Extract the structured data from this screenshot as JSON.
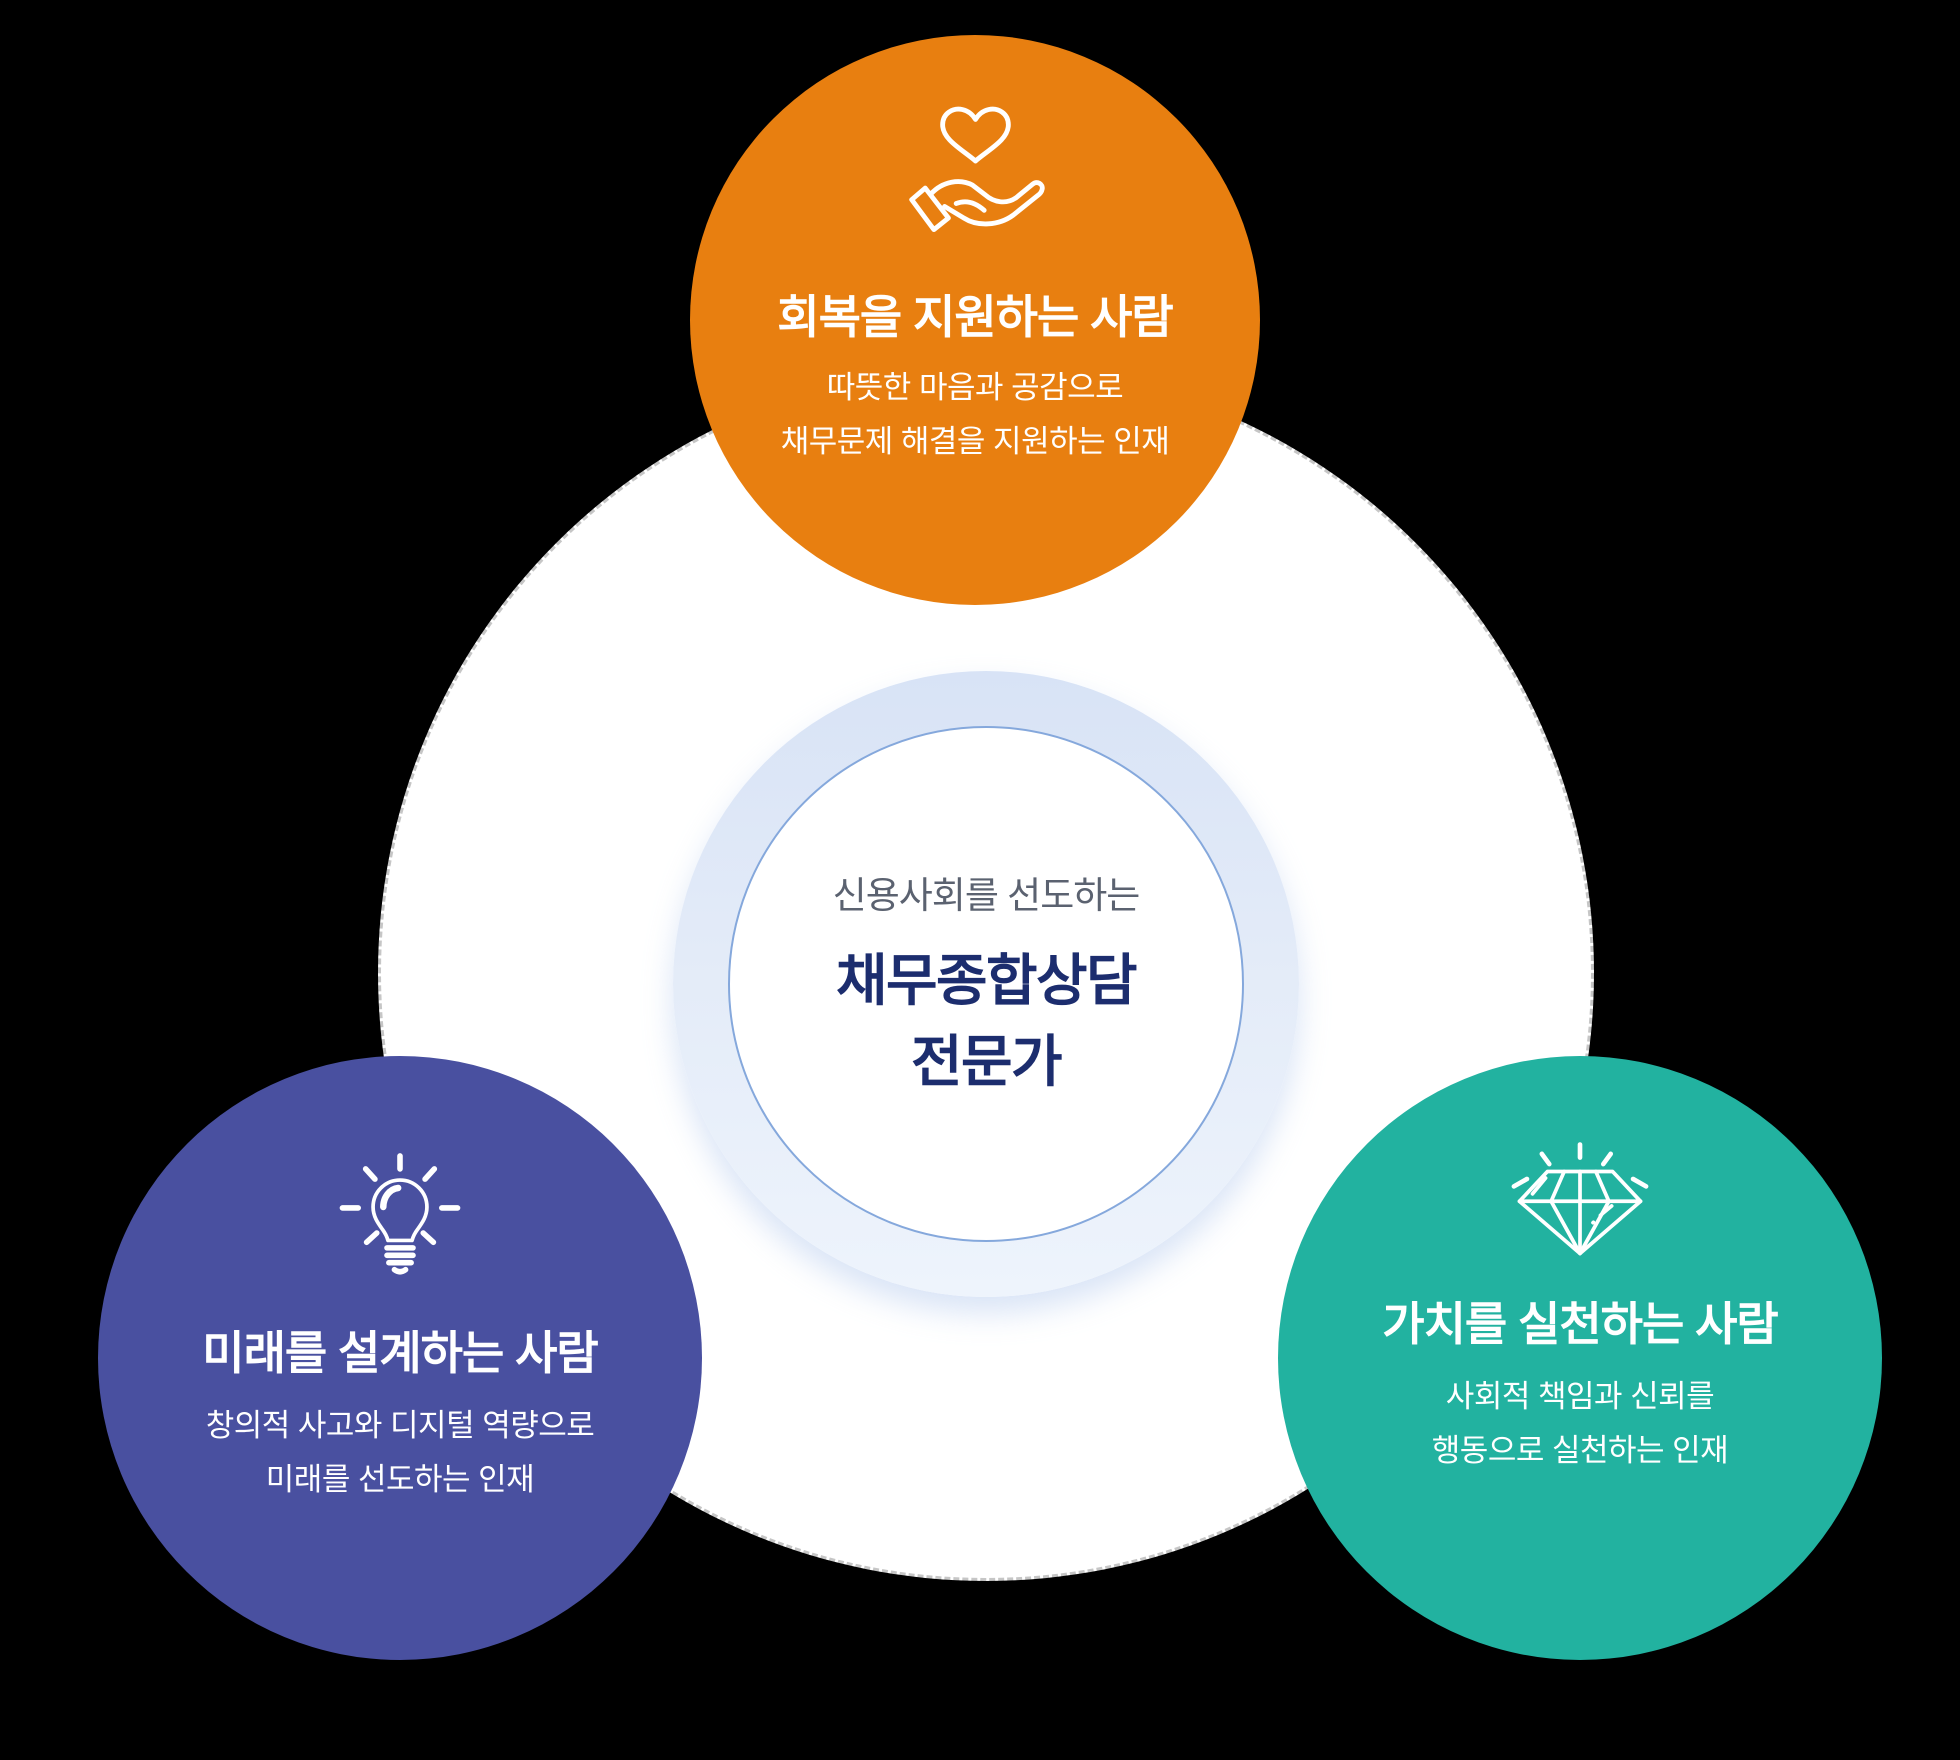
{
  "center": {
    "eyebrow": "신용사회를 선도하는",
    "title_line1": "채무종합상담",
    "title_line2": "전문가",
    "eyebrow_color": "#5b6270",
    "title_color": "#1c2d6e"
  },
  "bubbles": [
    {
      "icon": "heart-in-hand-icon",
      "title": "회복을 지원하는 사람",
      "desc_line1": "따뜻한 마음과 공감으로",
      "desc_line2": "채무문제 해결을 지원하는 인재",
      "color": "#e87f10"
    },
    {
      "icon": "lightbulb-icon",
      "title": "미래를 설계하는 사람",
      "desc_line1": "창의적 사고와 디지털 역량으로",
      "desc_line2": "미래를 선도하는 인재",
      "color": "#4950a0"
    },
    {
      "icon": "diamond-icon",
      "title": "가치를 실천하는 사람",
      "desc_line1": "사회적 책임과 신뢰를",
      "desc_line2": "행동으로 실천하는 인재",
      "color": "#22b2a0"
    }
  ],
  "ring": {
    "band_color": "#dce6f7",
    "inner_border_color": "#85a8dc"
  },
  "main_circle": {
    "fill": "#ffffff",
    "border_color": "#c6c6c6",
    "border_style": "dashed"
  },
  "background_color": "#000000"
}
